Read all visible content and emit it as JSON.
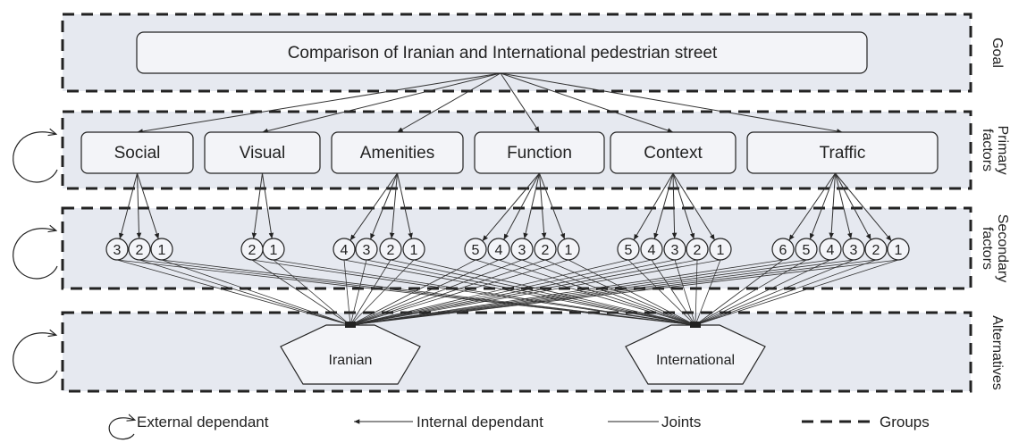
{
  "goal": {
    "label": "Comparison of Iranian and International pedestrian street"
  },
  "groups": {
    "goal": "Goal",
    "primary": [
      "Primary",
      "factors"
    ],
    "secondary": [
      "Secondary",
      "factors"
    ],
    "alternatives": "Alternatives"
  },
  "primary_factors": [
    {
      "label": "Social",
      "secondary": [
        "3",
        "2",
        "1"
      ]
    },
    {
      "label": "Visual",
      "secondary": [
        "2",
        "1"
      ]
    },
    {
      "label": "Amenities",
      "secondary": [
        "4",
        "3",
        "2",
        "1"
      ]
    },
    {
      "label": "Function",
      "secondary": [
        "5",
        "4",
        "3",
        "2",
        "1"
      ]
    },
    {
      "label": "Context",
      "secondary": [
        "5",
        "4",
        "3",
        "2",
        "1"
      ]
    },
    {
      "label": "Traffic",
      "secondary": [
        "6",
        "5",
        "4",
        "3",
        "2",
        "1"
      ]
    }
  ],
  "alternatives": [
    {
      "label": "Iranian"
    },
    {
      "label": "International"
    }
  ],
  "legend": {
    "external": "External dependant",
    "internal": "Internal dependant",
    "joints": "Joints",
    "groups": "Groups"
  },
  "colors": {
    "panel_fill": "#e6e9f0",
    "node_fill": "#f3f4f8",
    "stroke": "#222222"
  }
}
